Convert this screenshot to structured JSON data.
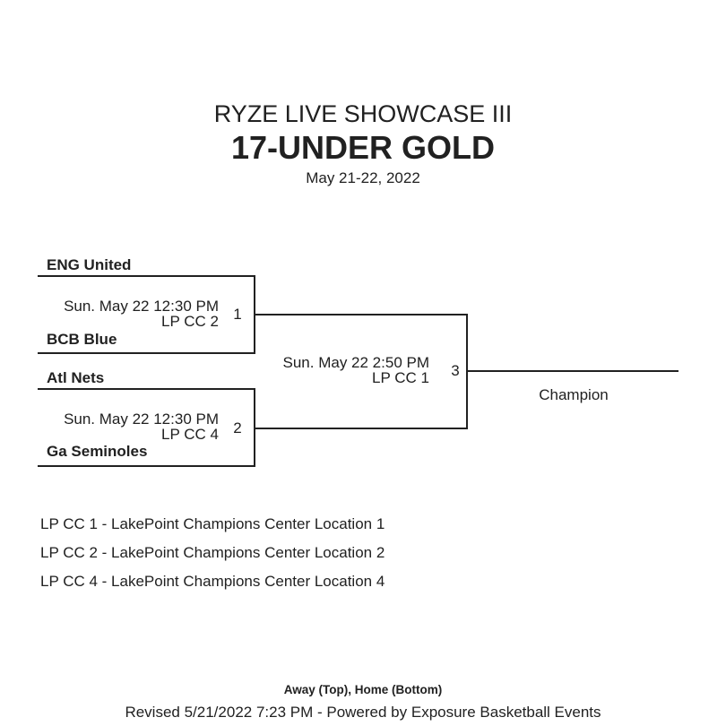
{
  "header": {
    "event_title": "RYZE LIVE SHOWCASE III",
    "division_title": "17-UNDER GOLD",
    "dates": "May 21-22, 2022"
  },
  "bracket": {
    "games": [
      {
        "number": "1",
        "away_team": "ENG United",
        "home_team": "BCB Blue",
        "datetime": "Sun. May 22 12:30 PM",
        "location": "LP CC 2"
      },
      {
        "number": "2",
        "away_team": "Atl Nets",
        "home_team": "Ga Seminoles",
        "datetime": "Sun. May 22 12:30 PM",
        "location": "LP CC 4"
      },
      {
        "number": "3",
        "datetime": "Sun. May 22 2:50 PM",
        "location": "LP CC 1"
      }
    ],
    "champion_label": "Champion"
  },
  "locations": [
    "LP CC 1 - LakePoint Champions Center Location 1",
    "LP CC 2 - LakePoint Champions Center Location 2",
    "LP CC 4 - LakePoint Champions Center Location 4"
  ],
  "footer": {
    "away_home_note": "Away (Top), Home (Bottom)",
    "revised_note": "Revised 5/21/2022 7:23 PM - Powered by Exposure Basketball Events"
  }
}
